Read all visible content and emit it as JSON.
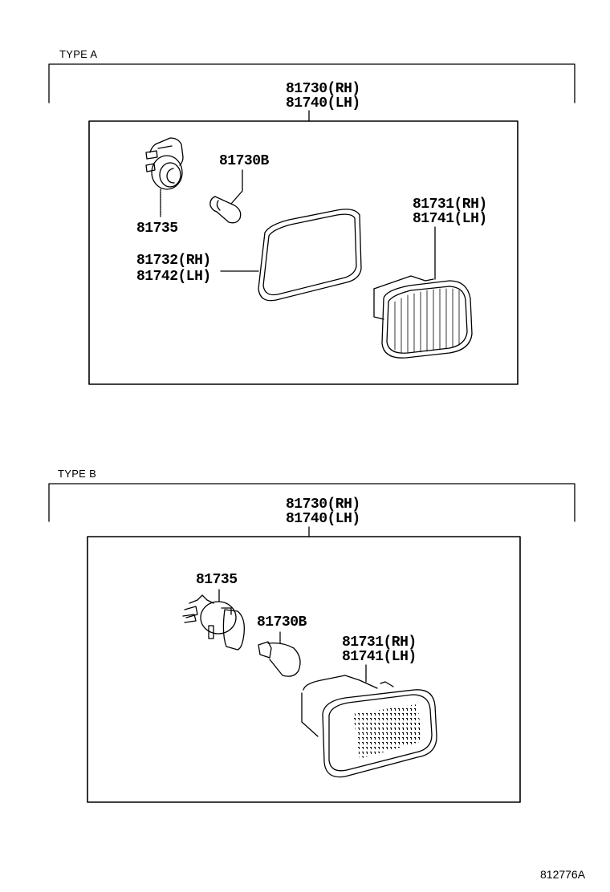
{
  "sections": [
    {
      "label": "TYPE A",
      "assembly": {
        "line1": "81730(RH)",
        "line2": "81740(LH)"
      },
      "parts": {
        "socket": "81735",
        "bulb": "81730B",
        "gasket_line1": "81732(RH)",
        "gasket_line2": "81742(LH)",
        "lens_line1": "81731(RH)",
        "lens_line2": "81741(LH)"
      }
    },
    {
      "label": "TYPE B",
      "assembly": {
        "line1": "81730(RH)",
        "line2": "81740(LH)"
      },
      "parts": {
        "socket": "81735",
        "bulb": "81730B",
        "lens_line1": "81731(RH)",
        "lens_line2": "81741(LH)"
      }
    }
  ],
  "figure_id": "812776A",
  "colors": {
    "line": "#000000",
    "background": "#ffffff"
  }
}
